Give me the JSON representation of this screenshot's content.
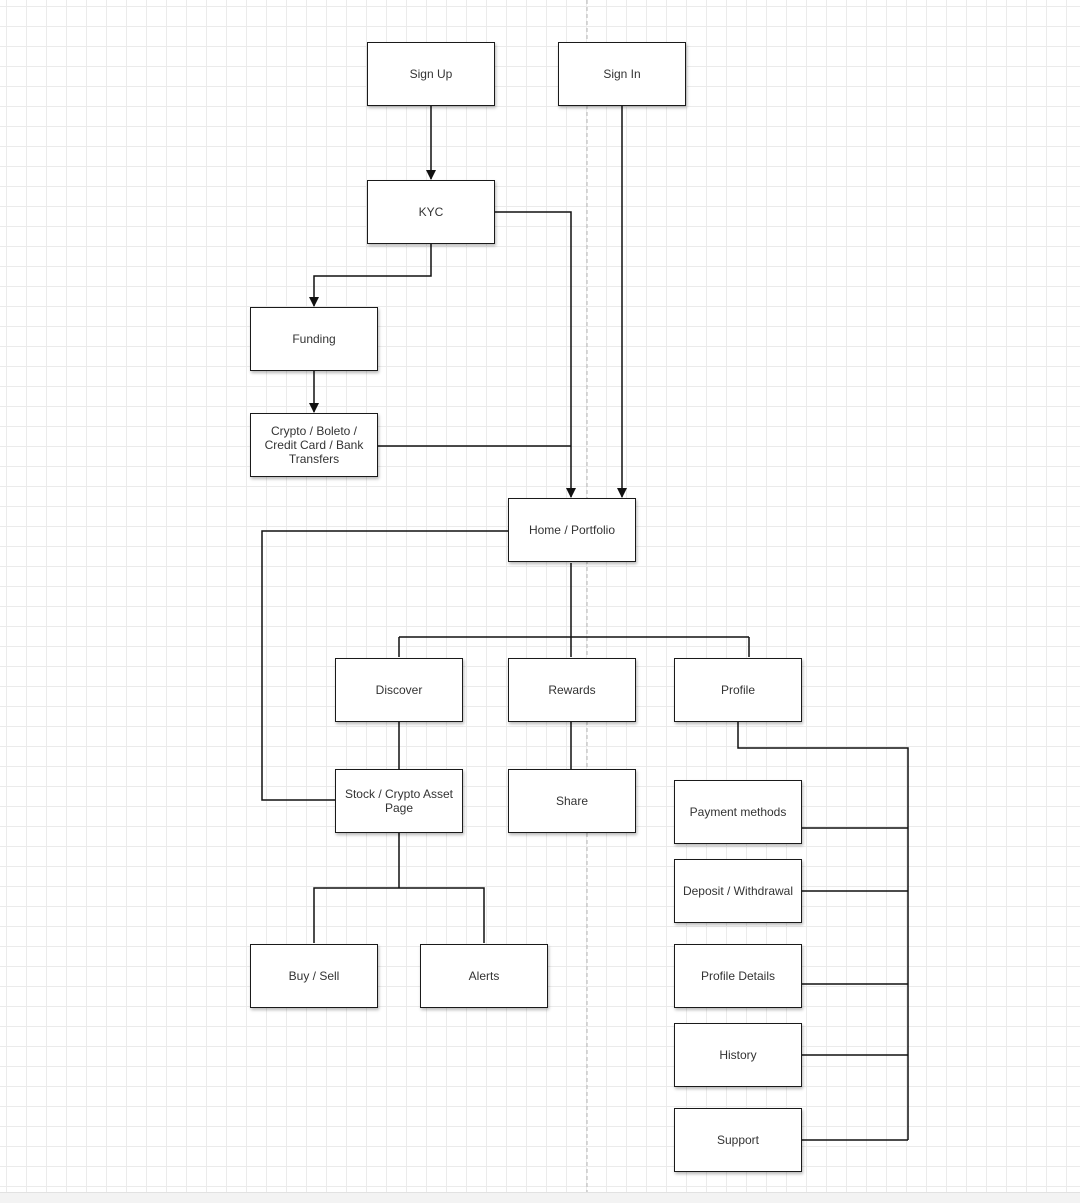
{
  "diagram": {
    "line_color": "#111111",
    "grid_color": "#ebebeb",
    "page_break_color": "#b5b5b5",
    "nodes": {
      "sign_up": "Sign Up",
      "sign_in": "Sign In",
      "kyc": "KYC",
      "funding": "Funding",
      "funding_methods": "Crypto / Boleto / Credit Card / Bank Transfers",
      "home_portfolio": "Home / Portfolio",
      "discover": "Discover",
      "rewards": "Rewards",
      "profile": "Profile",
      "asset_page": "Stock / Crypto Asset Page",
      "share": "Share",
      "buy_sell": "Buy / Sell",
      "alerts": "Alerts",
      "payment_methods": "Payment methods",
      "deposit_withdrawal": "Deposit / Withdrawal",
      "profile_details": "Profile Details",
      "history": "History",
      "support": "Support"
    }
  }
}
